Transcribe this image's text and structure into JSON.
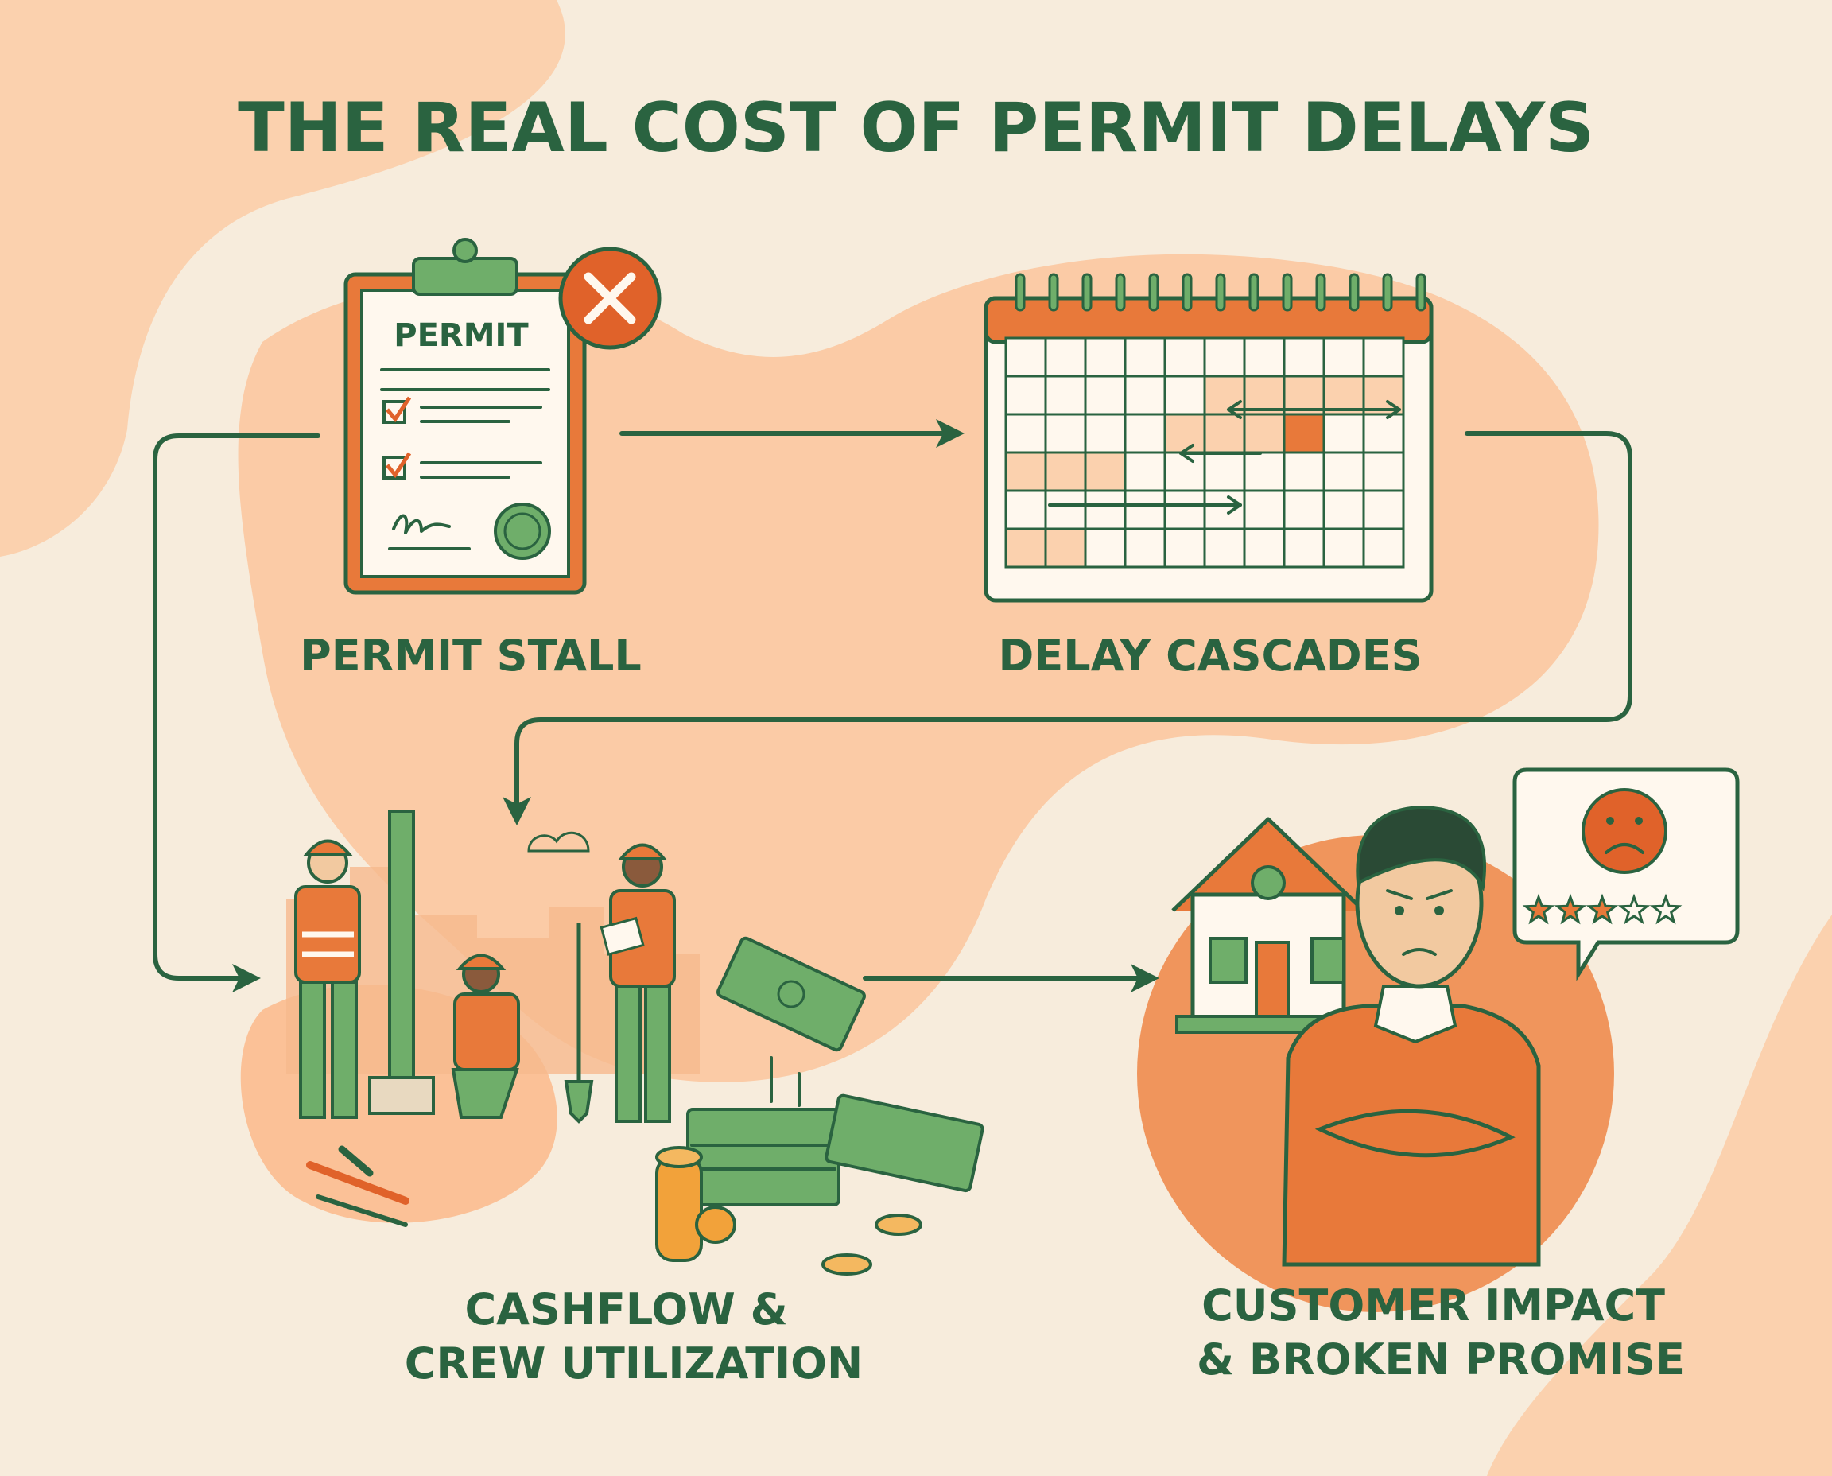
{
  "title": "THE REAL COST OF PERMIT DELAYS",
  "steps": [
    {
      "label_lines": [
        "PERMIT STALL"
      ]
    },
    {
      "label_lines": [
        "DELAY CASCADES"
      ]
    },
    {
      "label_lines": [
        "CASHFLOW &",
        "CREW UTILIZATION"
      ]
    },
    {
      "label_lines": [
        "CUSTOMER IMPACT",
        "& BROKEN PROMISE"
      ]
    }
  ],
  "permit_doc": {
    "heading": "PERMIT"
  },
  "review": {
    "filled_stars": 3,
    "total_stars": 5
  },
  "colors": {
    "background": "#f7ecdc",
    "blob": "#fbcba6",
    "accent_orange": "#e8793a",
    "deep_orange": "#e0622a",
    "dark_green": "#2a6340",
    "light_green": "#6fae6a"
  },
  "icons": [
    "permit-clipboard-icon",
    "rejected-x-icon",
    "calendar-icon",
    "construction-crew-icon",
    "money-stack-icon",
    "coin-stack-icon",
    "house-icon",
    "frustrated-customer-icon",
    "sad-face-icon",
    "star-icon"
  ]
}
